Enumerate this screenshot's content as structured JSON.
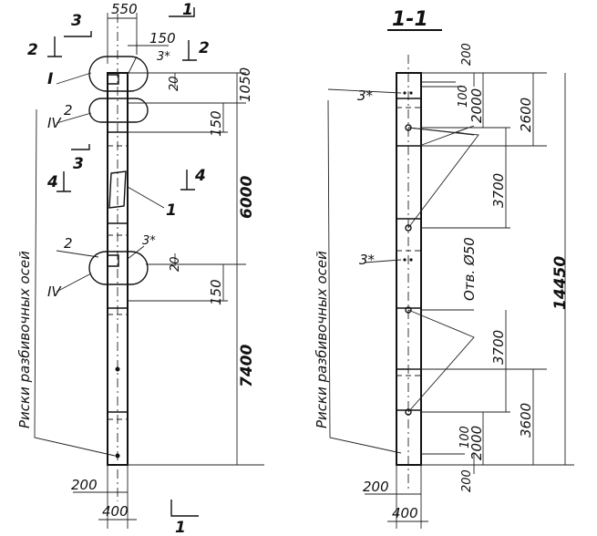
{
  "left_view": {
    "dim_top_width": "550",
    "dim_150_top": "150",
    "dim_1050": "1050",
    "dim_150_a": "150",
    "dim_6000": "6000",
    "dim_150_b": "150",
    "dim_7400": "7400",
    "dim_200": "200",
    "dim_400": "400",
    "dim_20_a": "20",
    "dim_20_b": "20",
    "section_3_top": "3",
    "section_1_top": "1",
    "section_2_left": "2",
    "section_2_right": "2",
    "section_3_mid": "3",
    "section_4_left": "4",
    "section_4_right": "4",
    "section_1_bottom": "1",
    "callout_I": "I",
    "callout_IV_top": "IV",
    "callout_IV_bottom": "IV",
    "callout_2_top": "2",
    "callout_2_bottom": "2",
    "callout_3_top": "3*",
    "callout_3_bottom": "3*",
    "callout_1": "1",
    "axis_marks": "Риски разбивочных осей"
  },
  "right_view": {
    "title": "1-1",
    "dim_200_top": "200",
    "dim_100_top": "100",
    "dim_2000_top": "2000",
    "dim_2600": "2600",
    "dim_3700_a": "3700",
    "dim_holes": "Отв. Ø50",
    "dim_14450": "14450",
    "dim_3700_b": "3700",
    "dim_3600": "3600",
    "dim_100_bottom": "100",
    "dim_2000_bottom": "2000",
    "dim_200_bottom": "200",
    "dim_200_left": "200",
    "dim_400": "400",
    "callout_3_top": "3*",
    "callout_3_mid": "3*",
    "axis_marks": "Риски разбивочных осей"
  }
}
